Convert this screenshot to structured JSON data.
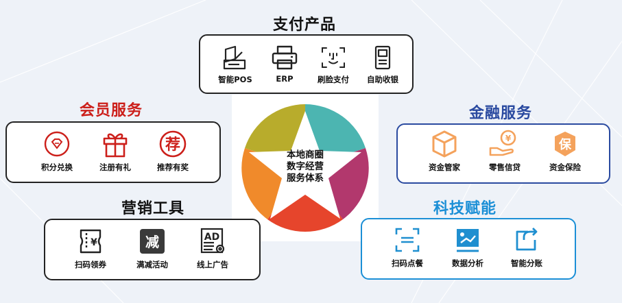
{
  "payment": {
    "title": "支付产品",
    "items": [
      "智能POS",
      "ERP",
      "刷脸支付",
      "自助收银"
    ]
  },
  "member": {
    "title": "会员服务",
    "items": [
      "积分兑换",
      "注册有礼",
      "推荐有奖"
    ],
    "referral_glyph": "荐"
  },
  "finance": {
    "title": "金融服务",
    "items": [
      "资金管家",
      "零售信贷",
      "资金保险"
    ],
    "insurance_glyph": "保",
    "yen_glyph": "¥"
  },
  "marketing": {
    "title": "营销工具",
    "items": [
      "扫码领券",
      "满减活动",
      "线上广告"
    ],
    "discount_glyph": "减",
    "ad_glyph": "AD",
    "coupon_glyph": "¥"
  },
  "tech": {
    "title": "科技赋能",
    "items": [
      "扫码点餐",
      "数据分析",
      "智能分账"
    ]
  },
  "center": {
    "lines": [
      "本地商圈",
      "数字经营",
      "服务体系"
    ]
  },
  "colors": {
    "payment": "#222222",
    "member": "#cc1f1a",
    "finance": "#2a4aa0",
    "marketing": "#222222",
    "tech": "#1b8fd6",
    "icon_orange": "#f4a25c",
    "icon_blue": "#1f8fd0"
  }
}
